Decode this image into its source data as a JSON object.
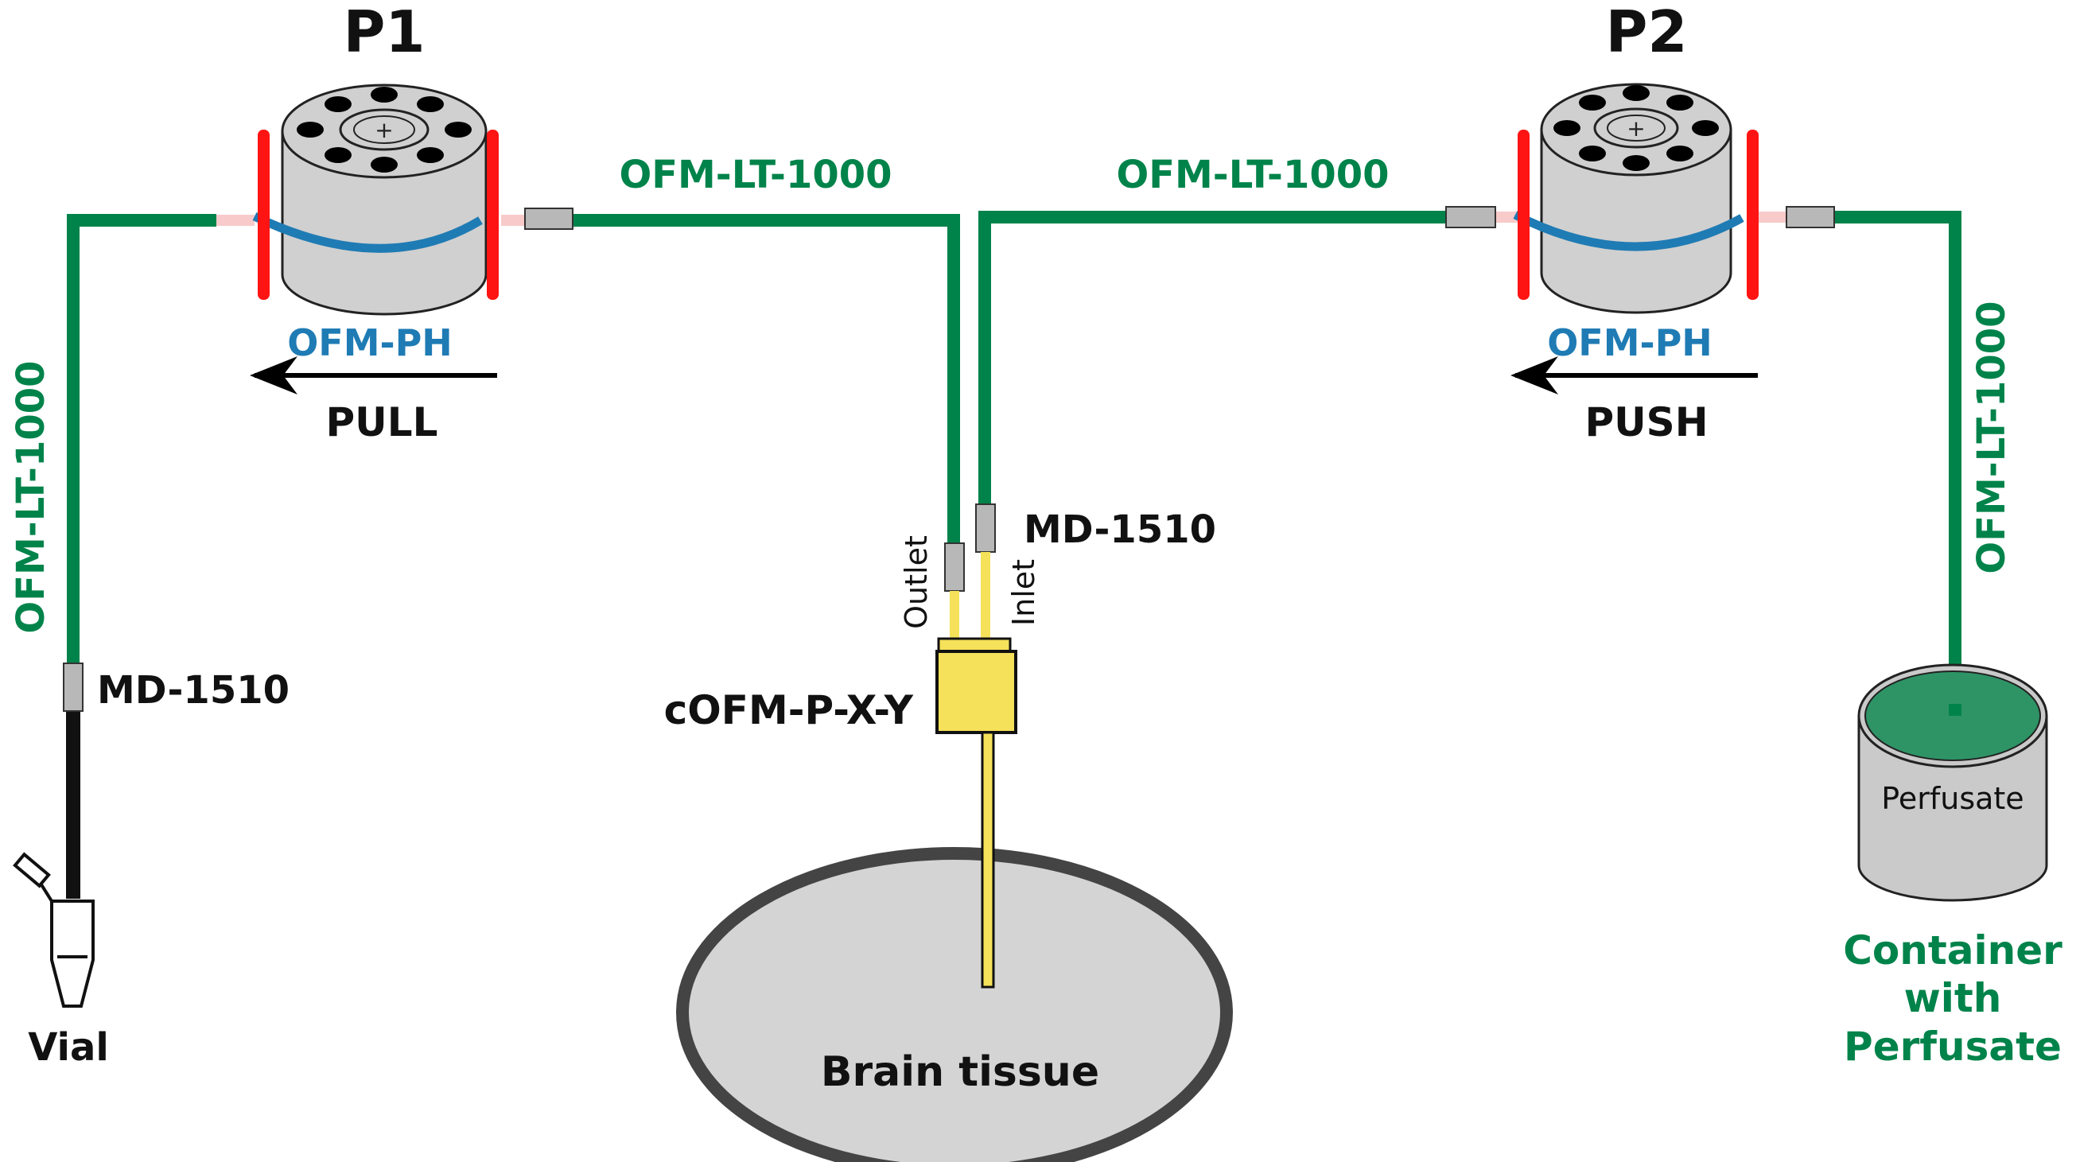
{
  "colors": {
    "tube_green": "#00834A",
    "pump_blue": "#1F7BB4",
    "clamp_red": "#FF1414",
    "probe_yellow": "#F5E15A",
    "tissue_gray": "#D4D4D4",
    "tissue_border": "#444444",
    "container_liquid": "#2E9466",
    "pump_gray": "#D0D0D0"
  },
  "icons": [
    "peristaltic-pump-icon",
    "vial-icon",
    "container-icon",
    "probe-icon",
    "arrow-left-icon"
  ],
  "pump1": {
    "title": "P1",
    "head_label": "OFM-PH",
    "direction": "PULL"
  },
  "pump2": {
    "title": "P2",
    "head_label": "OFM-PH",
    "direction": "PUSH"
  },
  "tubing": {
    "left_vertical": "OFM-LT-1000",
    "top_left": "OFM-LT-1000",
    "top_right": "OFM-LT-1000",
    "right_vertical": "OFM-LT-1000"
  },
  "connectors": {
    "left": "MD-1510",
    "center": "MD-1510"
  },
  "probe": {
    "name": "cOFM-P-X-Y",
    "outlet": "Outlet",
    "inlet": "Inlet"
  },
  "tissue": {
    "label": "Brain tissue"
  },
  "vial": {
    "label": "Vial"
  },
  "container": {
    "inner_label": "Perfusate",
    "caption_line1": "Container",
    "caption_line2": "with",
    "caption_line3": "Perfusate"
  }
}
